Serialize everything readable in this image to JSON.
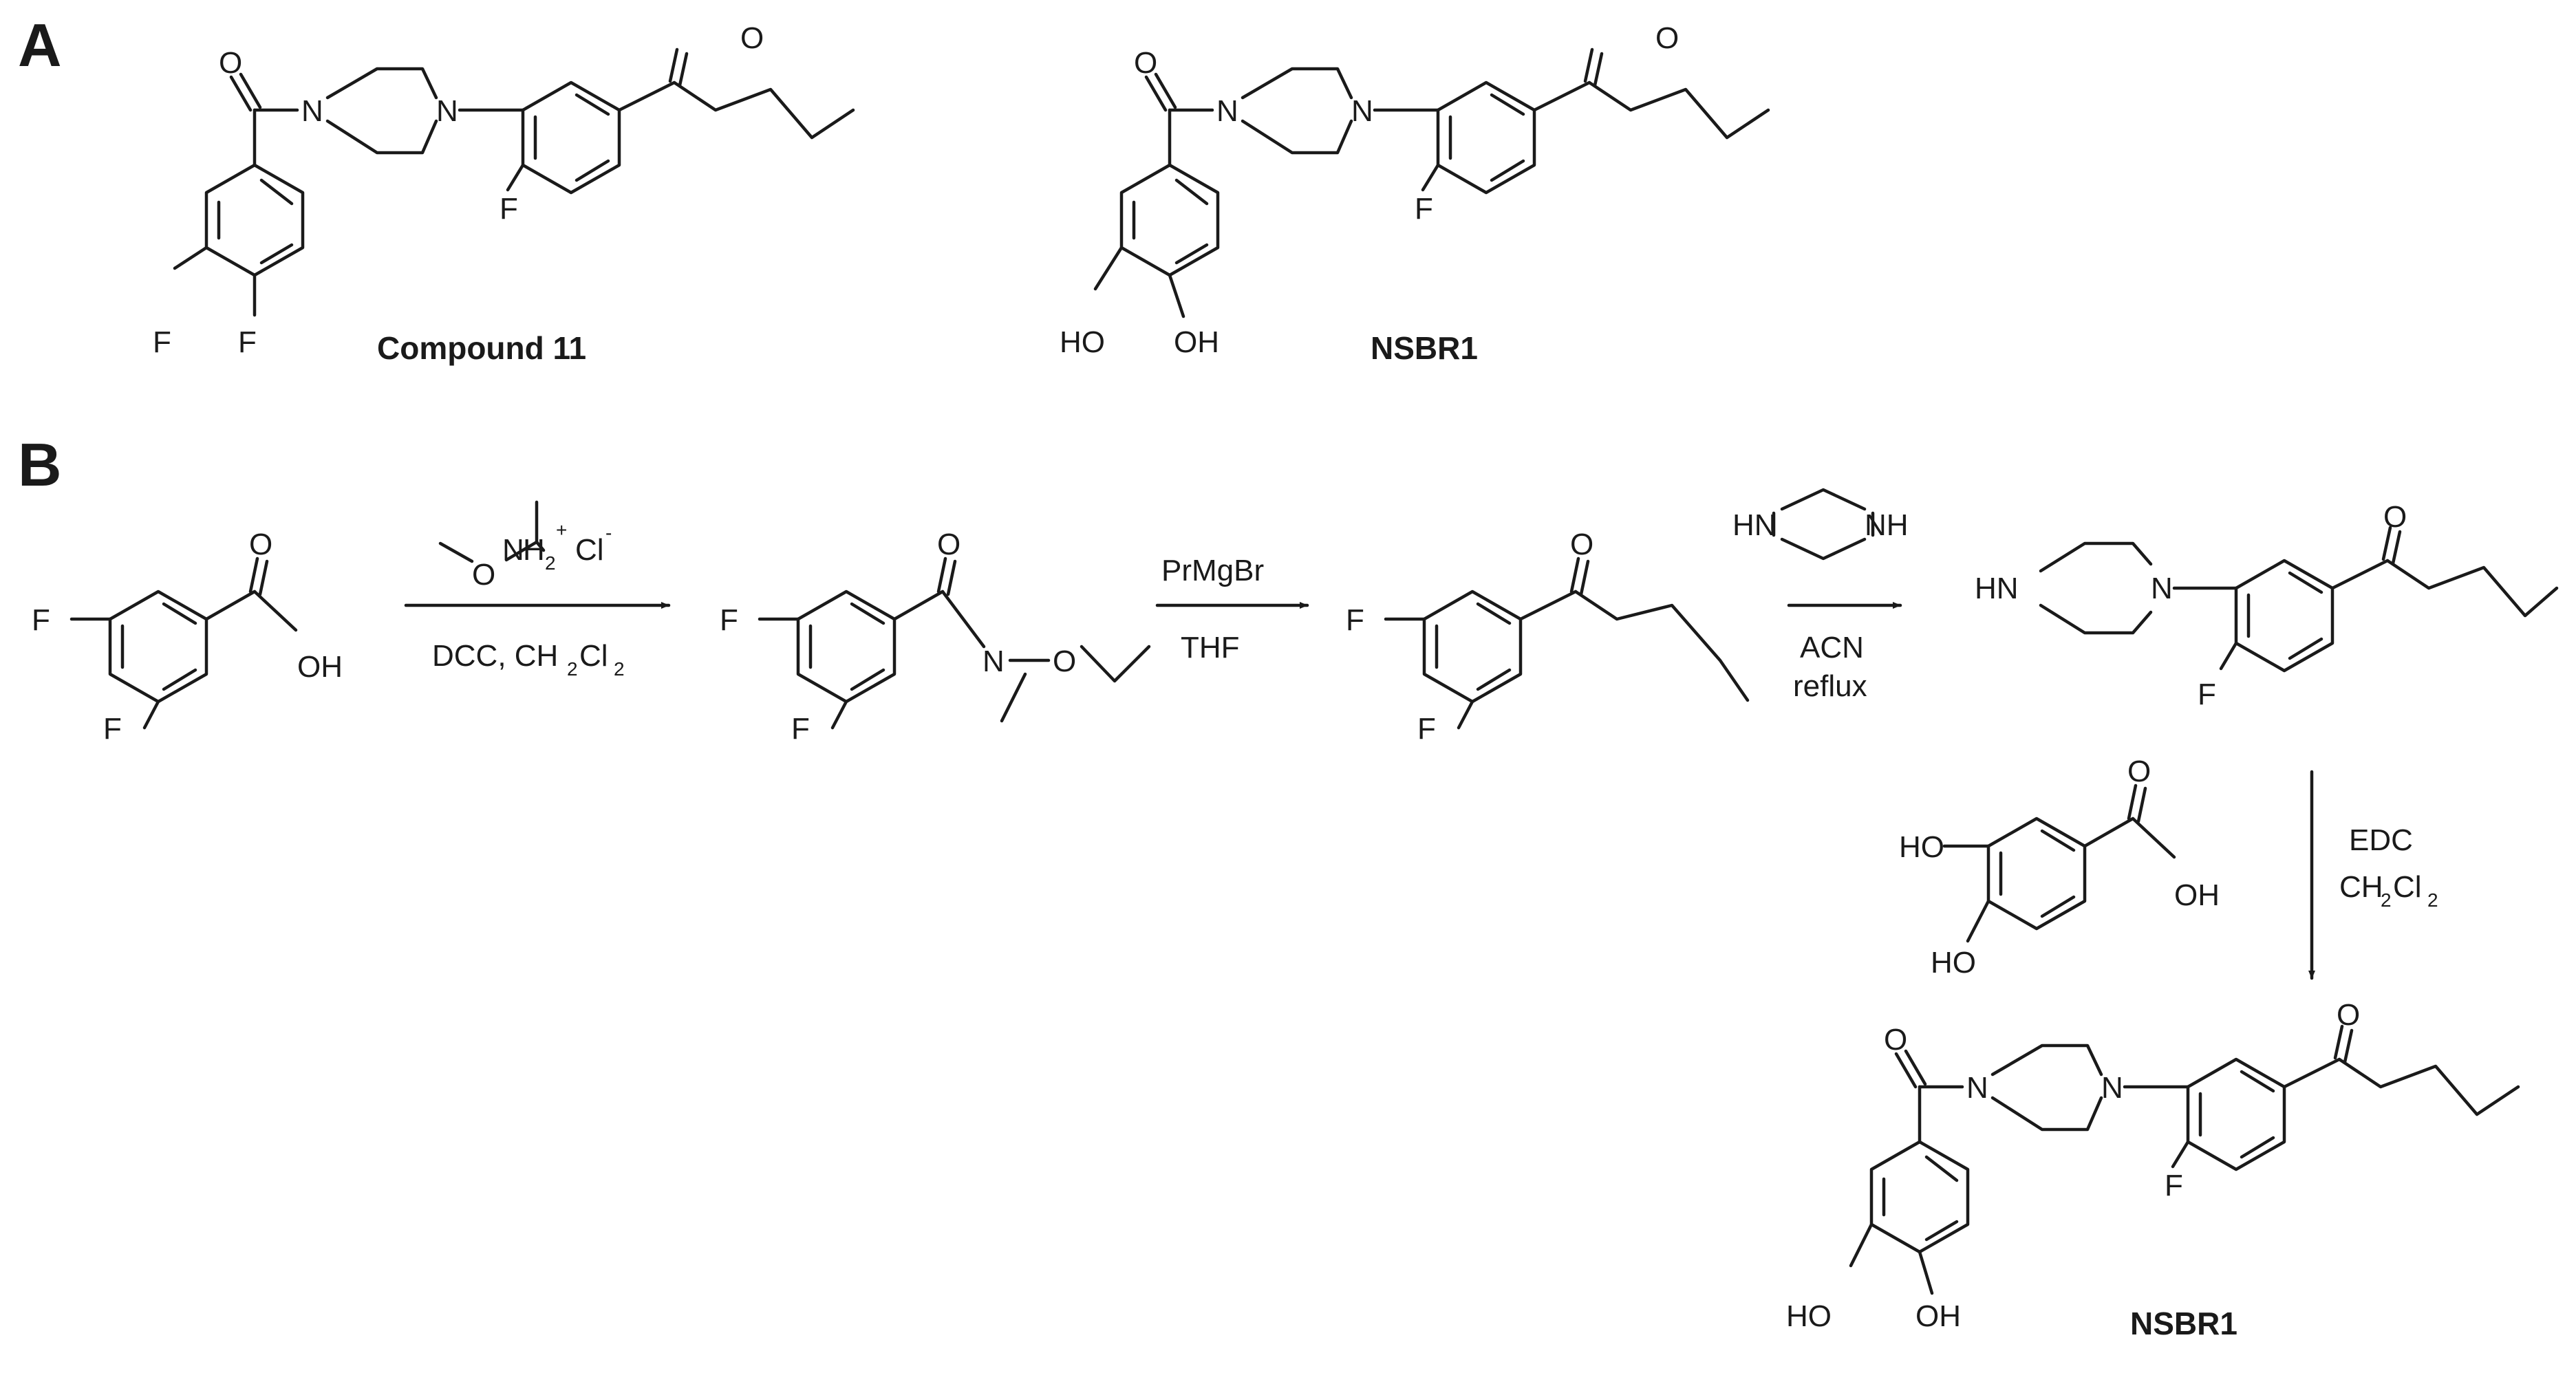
{
  "panels": {
    "a": "A",
    "b": "B"
  },
  "compound_names": {
    "compound11": "Compound 11",
    "nsbr1_a": "NSBR1",
    "nsbr1_b": "NSBR1"
  },
  "atoms": {
    "O": "O",
    "N": "N",
    "F": "F",
    "OH": "OH",
    "HO": "HO",
    "H": "H",
    "NH": "NH",
    "HN": "HN",
    "Cl": "Cl",
    "plus": "+",
    "minus": "-",
    "two": "2"
  },
  "reagents": {
    "step1_below_pre": "DCC, CH",
    "step1_below_sub2": "2",
    "step1_below_cl": "Cl",
    "step2_above": "PrMgBr",
    "step2_below": "THF",
    "step3_line1": "ACN",
    "step3_line2": "reflux",
    "step4_line1": "EDC",
    "step4_line2_pre": "CH",
    "step4_line2_sub": "2",
    "step4_line2_cl": "Cl"
  }
}
